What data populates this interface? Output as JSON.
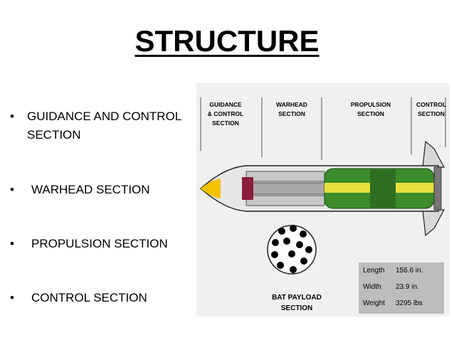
{
  "slide": {
    "title": "STRUCTURE",
    "bullets": [
      {
        "label": "GUIDANCE AND CONTROL SECTION"
      },
      {
        "label": "WARHEAD SECTION"
      },
      {
        "label": "PROPULSION SECTION"
      },
      {
        "label": "CONTROL SECTION"
      }
    ],
    "bullet_glyph": "•"
  },
  "diagram": {
    "sections": [
      {
        "label": "GUIDANCE\n& CONTROL\nSECTION"
      },
      {
        "label": "WARHEAD\nSECTION"
      },
      {
        "label": "PROPULSION\nSECTION"
      },
      {
        "label": "CONTROL\nSECTION"
      }
    ],
    "payload_label": "BAT PAYLOAD\nSECTION",
    "specs": [
      {
        "key": "Length",
        "value": "156.6 in."
      },
      {
        "key": "Width",
        "value": "23.9 in."
      },
      {
        "key": "Weight",
        "value": "3295 lbs"
      }
    ],
    "colors": {
      "nose": "#f2c200",
      "guidance": "#8a1f3a",
      "propulsion": "#3c8c2a",
      "propulsion_band": "#e8e040",
      "body": "#9a9a9a",
      "fins": "#d8d8d8"
    }
  }
}
